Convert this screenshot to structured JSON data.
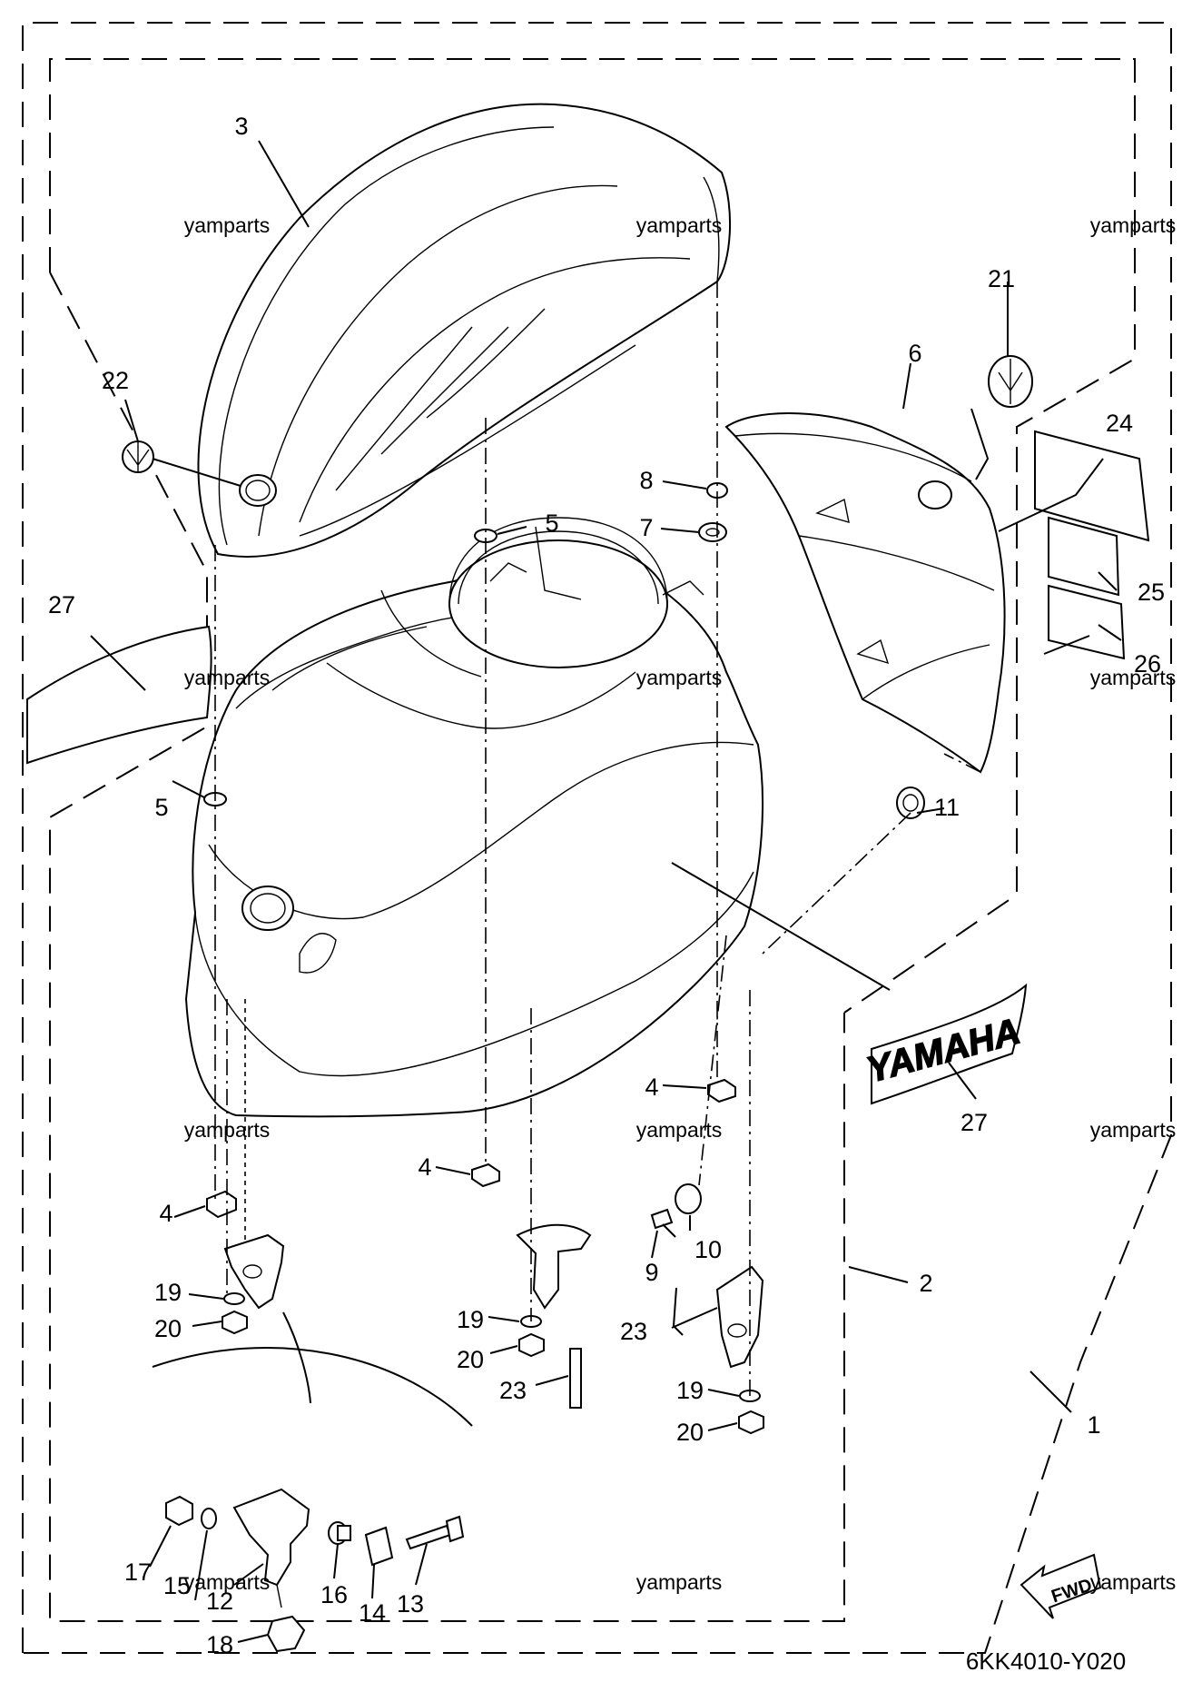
{
  "diagram": {
    "code": "6KK4010-Y020",
    "watermark": "yamparts",
    "fwd_label": "FWD",
    "brand_decal_text": "YAMAHA",
    "callouts": [
      "1",
      "2",
      "3",
      "4",
      "5",
      "6",
      "7",
      "8",
      "9",
      "10",
      "11",
      "12",
      "13",
      "14",
      "15",
      "16",
      "17",
      "18",
      "19",
      "20",
      "21",
      "22",
      "23",
      "24",
      "25",
      "26",
      "27"
    ]
  }
}
